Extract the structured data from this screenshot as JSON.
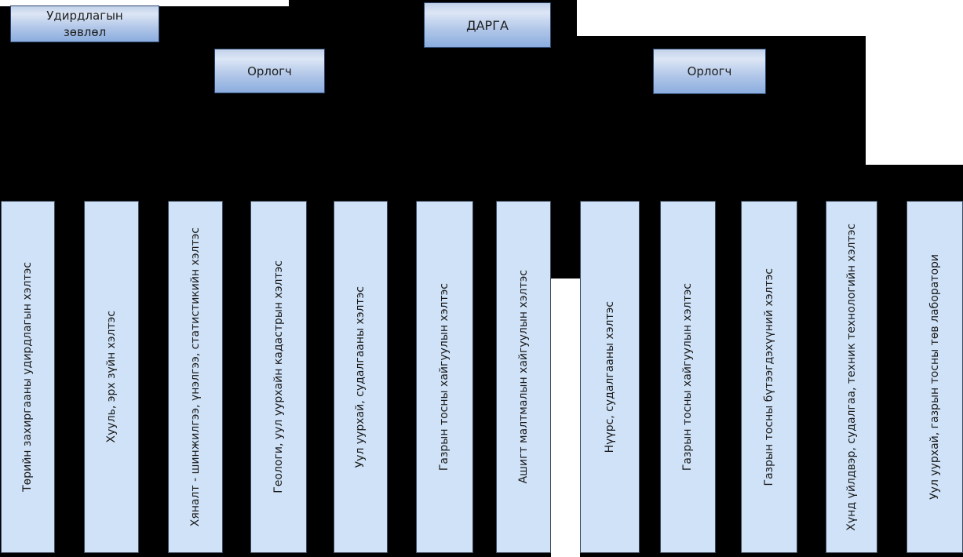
{
  "boxes": {
    "board": "Удирдлагын зөвлөл",
    "chief": "ДАРГА",
    "deputy_left": "Орлогч",
    "deputy_right": "Орлогч"
  },
  "departments": {
    "left": [
      "Төрийн захиргааны удирдлагын хэлтэс",
      "Хууль, эрх зүйн хэлтэс",
      "Хяналт - шинжилгээ, үнэлгээ, статистикийн хэлтэс",
      "Геологи, уул уурхайн кадастрын хэлтэс",
      "Уул уурхай, судалгааны хэлтэс",
      "Газрын тосны хайгуулын хэлтэс",
      "Ашигт малтмалын хайгуулын хэлтэс"
    ],
    "right": [
      "Нүүрс, судалгааны хэлтэс",
      "Газрын тосны хайгуулын хэлтэс",
      "Газрын тосны бүтээгдэхүүний хэлтэс",
      "Хүнд үйлдвэр, судалгаа, техник технологийн хэлтэс",
      "Уул уурхай, газрын тосны төв лаборатори"
    ]
  },
  "colors": {
    "connector_fill": "#000000",
    "column_fill": "#cfe2f7",
    "column_border": "#3e4a5e",
    "box_gradient_top": "#c2d1ea",
    "box_gradient_bottom": "#8badde",
    "box_border": "#2c4770"
  }
}
